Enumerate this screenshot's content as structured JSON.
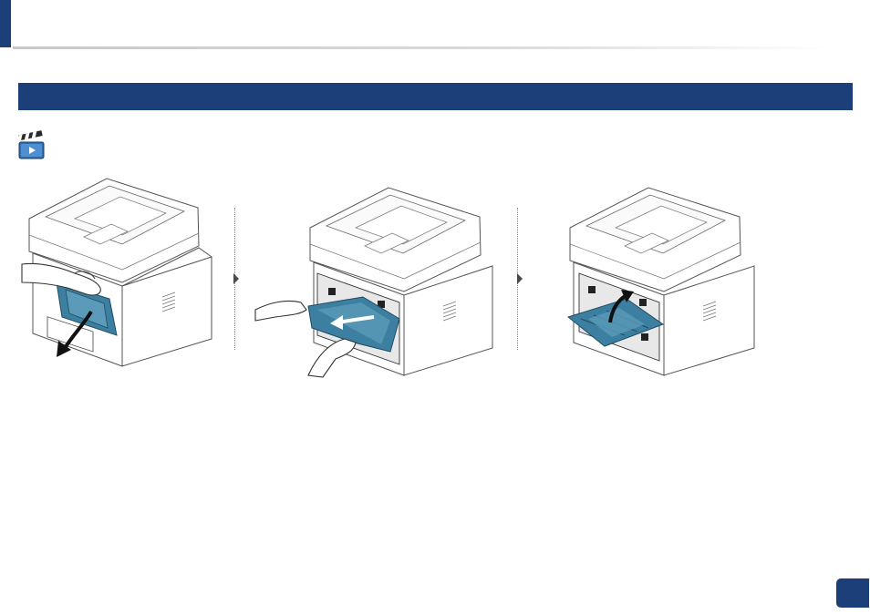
{
  "header": {
    "accent_color": "#1c3f7a"
  },
  "section": {
    "bar_color": "#1c3f7a"
  },
  "video_link": {
    "icon": "video-clapperboard-icon"
  },
  "steps": [
    {
      "icon": "printer-open-rear-cover-illustration"
    },
    {
      "icon": "printer-remove-jammed-paper-illustration"
    },
    {
      "icon": "printer-close-rear-cover-illustration"
    }
  ],
  "footer": {
    "page_number": ""
  }
}
